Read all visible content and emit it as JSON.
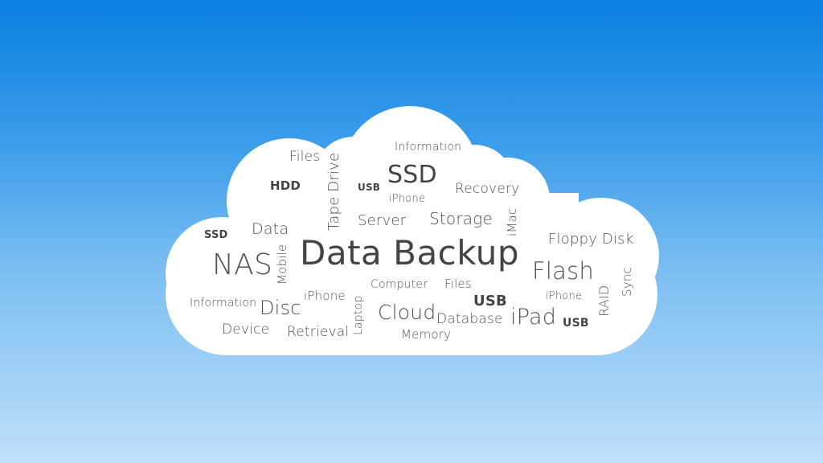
{
  "cloud": {
    "fill": "#ffffff",
    "text_color": "#505050"
  },
  "words": {
    "data_backup": "Data Backup",
    "nas": "NAS",
    "ssd_large": "SSD",
    "flash": "Flash",
    "cloud": "Cloud",
    "ipad": "iPad",
    "disc": "Disc",
    "storage": "Storage",
    "server": "Server",
    "recovery": "Recovery",
    "floppy_disk": "Floppy Disk",
    "information_top": "Information",
    "information_left": "Information",
    "files_top": "Files",
    "files_mid": "Files",
    "hdd": "HDD",
    "usb_top": "USB",
    "usb_mid": "USB",
    "usb_right": "USB",
    "iphone_top": "iPhone",
    "iphone_left": "iPhone",
    "iphone_right": "iPhone",
    "data": "Data",
    "ssd_small": "SSD",
    "tape_drive": "Tape Drive",
    "mobile": "Mobile",
    "imac": "iMac",
    "computer": "Computer",
    "laptop": "Laptop",
    "device": "Device",
    "retrieval": "Retrieval",
    "memory": "Memory",
    "database": "Database",
    "raid": "RAID",
    "sync": "Sync"
  }
}
